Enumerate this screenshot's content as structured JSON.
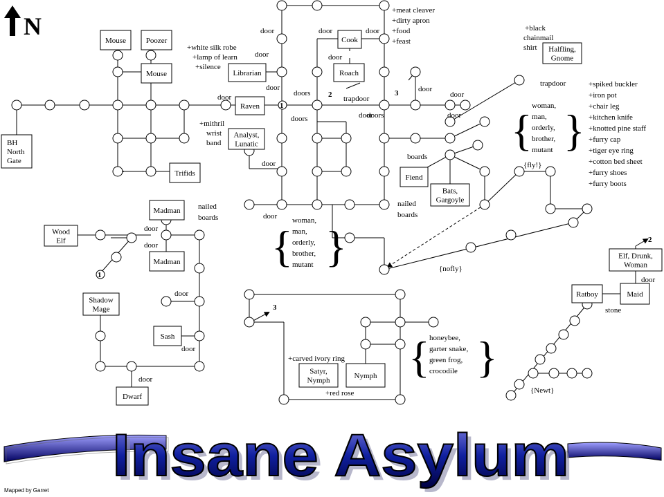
{
  "rooms": [
    {
      "id": "bh",
      "lines": [
        "BH",
        "North",
        "Gate"
      ]
    },
    {
      "id": "mouse1",
      "lines": [
        "Mouse"
      ]
    },
    {
      "id": "poozer",
      "lines": [
        "Poozer"
      ]
    },
    {
      "id": "mouse2",
      "lines": [
        "Mouse"
      ]
    },
    {
      "id": "trifids",
      "lines": [
        "Trifids"
      ]
    },
    {
      "id": "librarian",
      "lines": [
        "Librarian"
      ]
    },
    {
      "id": "raven",
      "lines": [
        "Raven"
      ]
    },
    {
      "id": "analyst",
      "lines": [
        "Analyst,",
        "Lunatic"
      ]
    },
    {
      "id": "cook",
      "lines": [
        "Cook"
      ]
    },
    {
      "id": "roach",
      "lines": [
        "Roach"
      ]
    },
    {
      "id": "halfling",
      "lines": [
        "Halfling,",
        "Gnome"
      ]
    },
    {
      "id": "fiend",
      "lines": [
        "Fiend"
      ]
    },
    {
      "id": "bats",
      "lines": [
        "Bats,",
        "Gargoyle"
      ]
    },
    {
      "id": "woodelf",
      "lines": [
        "Wood",
        "Elf"
      ]
    },
    {
      "id": "madman1",
      "lines": [
        "Madman"
      ]
    },
    {
      "id": "madman2",
      "lines": [
        "Madman"
      ]
    },
    {
      "id": "shadowmage",
      "lines": [
        "Shadow",
        "Mage"
      ]
    },
    {
      "id": "sash",
      "lines": [
        "Sash"
      ]
    },
    {
      "id": "dwarf",
      "lines": [
        "Dwarf"
      ]
    },
    {
      "id": "satyr",
      "lines": [
        "Satyr,",
        "Nymph"
      ]
    },
    {
      "id": "nymph",
      "lines": [
        "Nymph"
      ]
    },
    {
      "id": "ratboy",
      "lines": [
        "Ratboy"
      ]
    },
    {
      "id": "maid",
      "lines": [
        "Maid"
      ]
    },
    {
      "id": "elfdrunk",
      "lines": [
        "Elf, Drunk,",
        "Woman"
      ]
    }
  ],
  "labels": [
    "door",
    "door",
    "door",
    "door",
    "door",
    "door",
    "door",
    "door",
    "door",
    "door",
    "door",
    "door",
    "door",
    "door",
    "door",
    "door",
    "door",
    "door",
    "door",
    "doors",
    "doors",
    "doors",
    "trapdoor",
    "trapdoor",
    "stone",
    "boards",
    "nailed",
    "boards",
    "nailed",
    "boards",
    "{fly!}",
    "{nofly}",
    "{Newt}"
  ],
  "items": {
    "librarian": [
      "+white silk robe",
      "+lamp of learn",
      "+silence"
    ],
    "cook": [
      "+meat cleaver",
      "+dirty apron",
      "+food",
      "+feast"
    ],
    "analyst": [
      "+mithril",
      "wrist",
      "band"
    ],
    "halfling": [
      "+black",
      "chainmail",
      "shirt"
    ],
    "east_list": [
      "+spiked buckler",
      "+iron pot",
      "+chair leg",
      "+kitchen knife",
      "+knotted pine staff",
      "+furry cap",
      "+tiger eye ring",
      "+cotton bed sheet",
      "+furry shoes",
      "+furry boots"
    ],
    "satyr_top": "+carved ivory ring",
    "satyr_bottom": "+red rose"
  },
  "mobs": {
    "center": [
      "woman,",
      "man,",
      "orderly,",
      "brother,",
      "mutant"
    ],
    "east": [
      "woman,",
      "man,",
      "orderly,",
      "brother,",
      "mutant"
    ],
    "garden": [
      "honeybee,",
      "garter snake,",
      "green frog,",
      "crocodile"
    ]
  },
  "markers": [
    "1",
    "1",
    "2",
    "2",
    "3",
    "3"
  ],
  "compass": "N",
  "title": "Insane Asylum",
  "credit": "Mapped by Garret"
}
